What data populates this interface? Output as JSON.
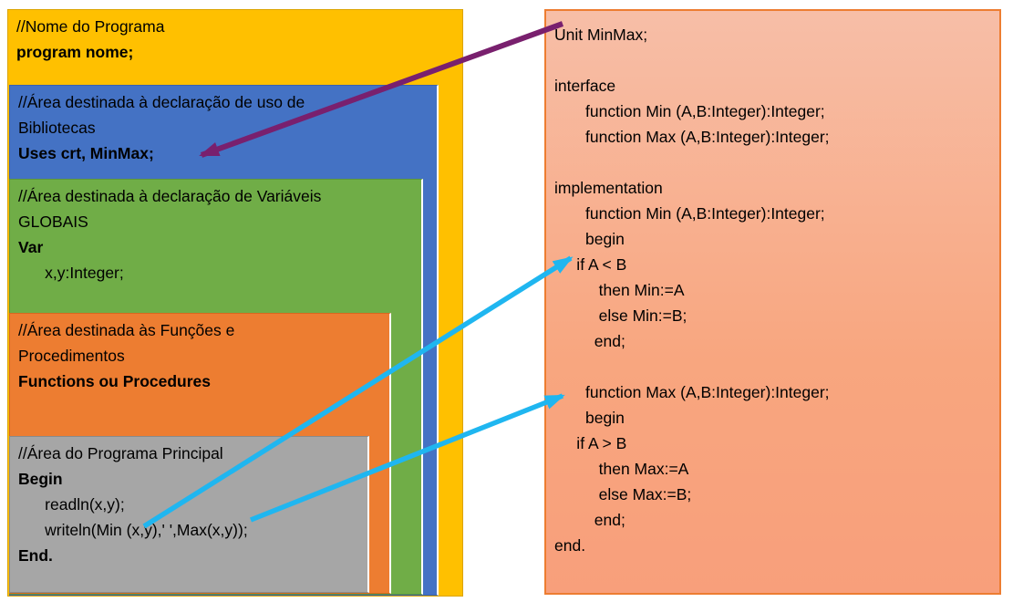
{
  "left_diagram": {
    "boxes": [
      {
        "name": "program",
        "fill": "#FFC000",
        "lines": [
          "//Nome do Programa",
          "program nome;"
        ]
      },
      {
        "name": "libraries",
        "fill": "#4472C4",
        "lines": [
          "//Área destinada à declaração de uso de",
          "Bibliotecas",
          "Uses crt, MinMax;"
        ]
      },
      {
        "name": "global-variables",
        "fill": "#70AD47",
        "lines": [
          "//Área destinada à declaração de Variáveis",
          "GLOBAIS",
          "Var",
          "      x,y:Integer;"
        ]
      },
      {
        "name": "functions-procedures",
        "fill": "#ED7D31",
        "lines": [
          "//Área destinada às Funções e",
          "Procedimentos",
          "Functions ou Procedures"
        ]
      },
      {
        "name": "main-program",
        "fill": "#A6A6A6",
        "lines": [
          "//Área do Programa Principal",
          "Begin",
          "      readln(x,y);",
          "      writeln(Min (x,y),' ',Max(x,y));",
          "End."
        ]
      }
    ]
  },
  "unit_panel": {
    "fill_top": "#F7BEA7",
    "fill_bottom": "#F89F7B",
    "border_color": "#ED7D31",
    "lines": [
      "Unit MinMax;",
      "",
      "interface",
      "       function Min (A,B:Integer):Integer;",
      "       function Max (A,B:Integer):Integer;",
      "",
      "implementation",
      "       function Min (A,B:Integer):Integer;",
      "       begin",
      "     if A < B",
      "          then Min:=A",
      "          else Min:=B;",
      "         end;",
      "",
      "       function Max (A,B:Integer):Integer;",
      "       begin",
      "     if A > B",
      "          then Max:=A",
      "          else Max:=B;",
      "         end;",
      "end."
    ]
  },
  "arrows": [
    {
      "name": "unit-to-uses",
      "color": "#79206E",
      "connects": "Unit MinMax; -> Uses crt, MinMax;"
    },
    {
      "name": "min-call-to-min-impl",
      "color": "#1FB6F0",
      "connects": "writeln Min(x,y) -> function Min implementation"
    },
    {
      "name": "max-call-to-max-impl",
      "color": "#1FB6F0",
      "connects": "writeln Max(x,y) -> function Max implementation"
    }
  ]
}
